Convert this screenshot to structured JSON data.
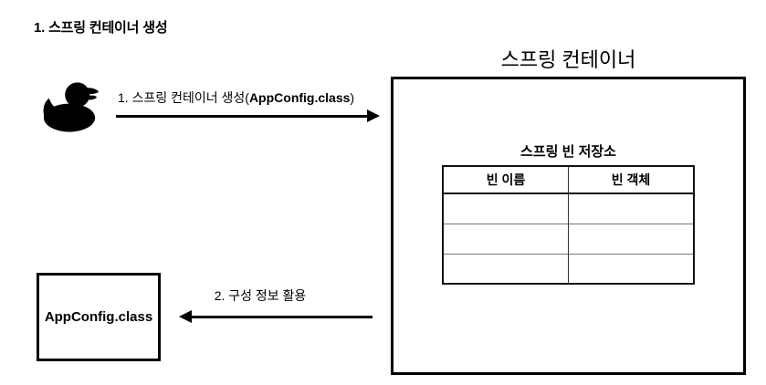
{
  "page": {
    "title": "1. 스프링 컨테이너 생성"
  },
  "actor": {
    "icon": "duck-icon"
  },
  "flow1": {
    "label_prefix": "1. 스프링 컨테이너 생성(",
    "label_emphasis": "AppConfig.class",
    "label_suffix": ")"
  },
  "container": {
    "title": "스프링 컨테이너",
    "storage_title": "스프링 빈 저장소",
    "table": {
      "headers": [
        "빈 이름",
        "빈 객체"
      ],
      "rows": [
        [
          "",
          ""
        ],
        [
          "",
          ""
        ],
        [
          "",
          ""
        ]
      ]
    }
  },
  "appconfig": {
    "label": "AppConfig.class"
  },
  "flow2": {
    "label": "2. 구성 정보 활용"
  },
  "colors": {
    "ink": "#000000",
    "background": "#ffffff",
    "table_inner_line": "#777777"
  }
}
